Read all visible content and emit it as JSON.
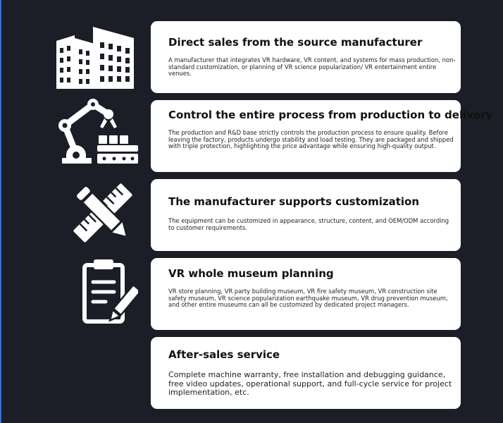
{
  "features": [
    {
      "icon": "factory-buildings-icon",
      "title": "Direct sales from the source manufacturer",
      "description": "A manufacturer that integrates VR hardware, VR content, and systems for mass production, non-standard customization, or planning of VR science popularization/ VR entertainment entire venues."
    },
    {
      "icon": "robotic-arm-icon",
      "title": "Control the entire process from production to delivery",
      "description": "The production and R&D base strictly controls the production process to ensure quality. Before leaving the factory, products undergo stability and load testing. They are packaged and shipped with triple protection, highlighting the price advantage while ensuring high-quality output."
    },
    {
      "icon": "ruler-pencil-icon",
      "title": "The manufacturer supports customization",
      "description": "The equipment can be customized in appearance, structure, content, and OEM/ODM according to customer requirements."
    },
    {
      "icon": "clipboard-pen-icon",
      "title": "VR whole museum planning",
      "description": "VR store planning, VR party building museum, VR fire safety museum, VR construction site safety museum, VR science popularization earthquake museum, VR drug prevention museum, and other entire museums can all be customized by dedicated project managers."
    },
    {
      "title": "After-sales service",
      "description": "Complete machine warranty, free installation and debugging guidance, free video updates, operational support, and full-cycle service for project implementation, etc."
    }
  ],
  "colors": {
    "background": "#1c1e27",
    "card": "#ffffff",
    "icon": "#ffffff",
    "accent_line": "#2a72d6"
  }
}
